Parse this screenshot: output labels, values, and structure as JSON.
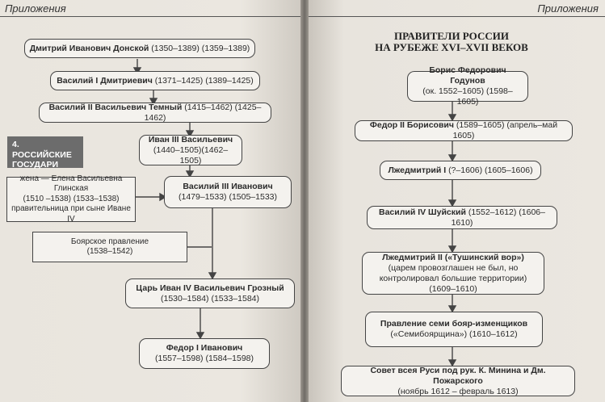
{
  "left_page": {
    "header": "Приложения",
    "section_label": "4. РОССИЙСКИЕ ГОСУДАРИ",
    "chain": [
      {
        "name": "Дмитрий Иванович Донской",
        "years": "(1350–1389) (1359–1389)"
      },
      {
        "name": "Василий I Дмитриевич",
        "years": "(1371–1425) (1389–1425)"
      },
      {
        "name": "Василий II Васильевич Темный",
        "years": "(1415–1462) (1425–1462)"
      },
      {
        "name": "Иван III Васильевич",
        "years": "(1440–1505)(1462–1505)"
      },
      {
        "name": "Василий III Иванович",
        "years": "(1479–1533) (1505–1533)"
      },
      {
        "name": "Царь Иван IV Васильевич Грозный",
        "years": "(1530–1584) (1533–1584)"
      },
      {
        "name": "Федор I Иванович",
        "years": "(1557–1598) (1584–1598)"
      }
    ],
    "wife_box": [
      "жена — Елена Васильевна",
      "Глинская",
      "(1510 –1538) (1533–1538)",
      "правительница при сыне Иване IV"
    ],
    "boyar_box": [
      "Боярское правление",
      "(1538–1542)"
    ]
  },
  "right_page": {
    "header": "Приложения",
    "title": [
      "ПРАВИТЕЛИ РОССИИ",
      "НА РУБЕЖЕ XVI–XVII ВЕКОВ"
    ],
    "chain": [
      {
        "name": "Борис Федорович Годунов",
        "years": "(ок. 1552–1605) (1598–1605)"
      },
      {
        "name": "Федор II Борисович",
        "years": "(1589–1605) (апрель–май 1605)"
      },
      {
        "name": "Лжедмитрий I",
        "years": "(?–1606) (1605–1606)"
      },
      {
        "name": "Василий IV Шуйский",
        "years": "(1552–1612) (1606–1610)"
      },
      {
        "name": "Лжедмитрий II («Тушинский вор»)",
        "years": "(царем провозглашен не был, но контролировал большие территории) (1609–1610)"
      },
      {
        "name": "Правление семи бояр-изменщиков",
        "years": "(«Семибоярщина») (1610–1612)"
      },
      {
        "name": "Совет всея Руси под рук. К. Минина и Дм. Пожарского",
        "years": "(ноябрь 1612 – февраль 1613)"
      }
    ]
  }
}
